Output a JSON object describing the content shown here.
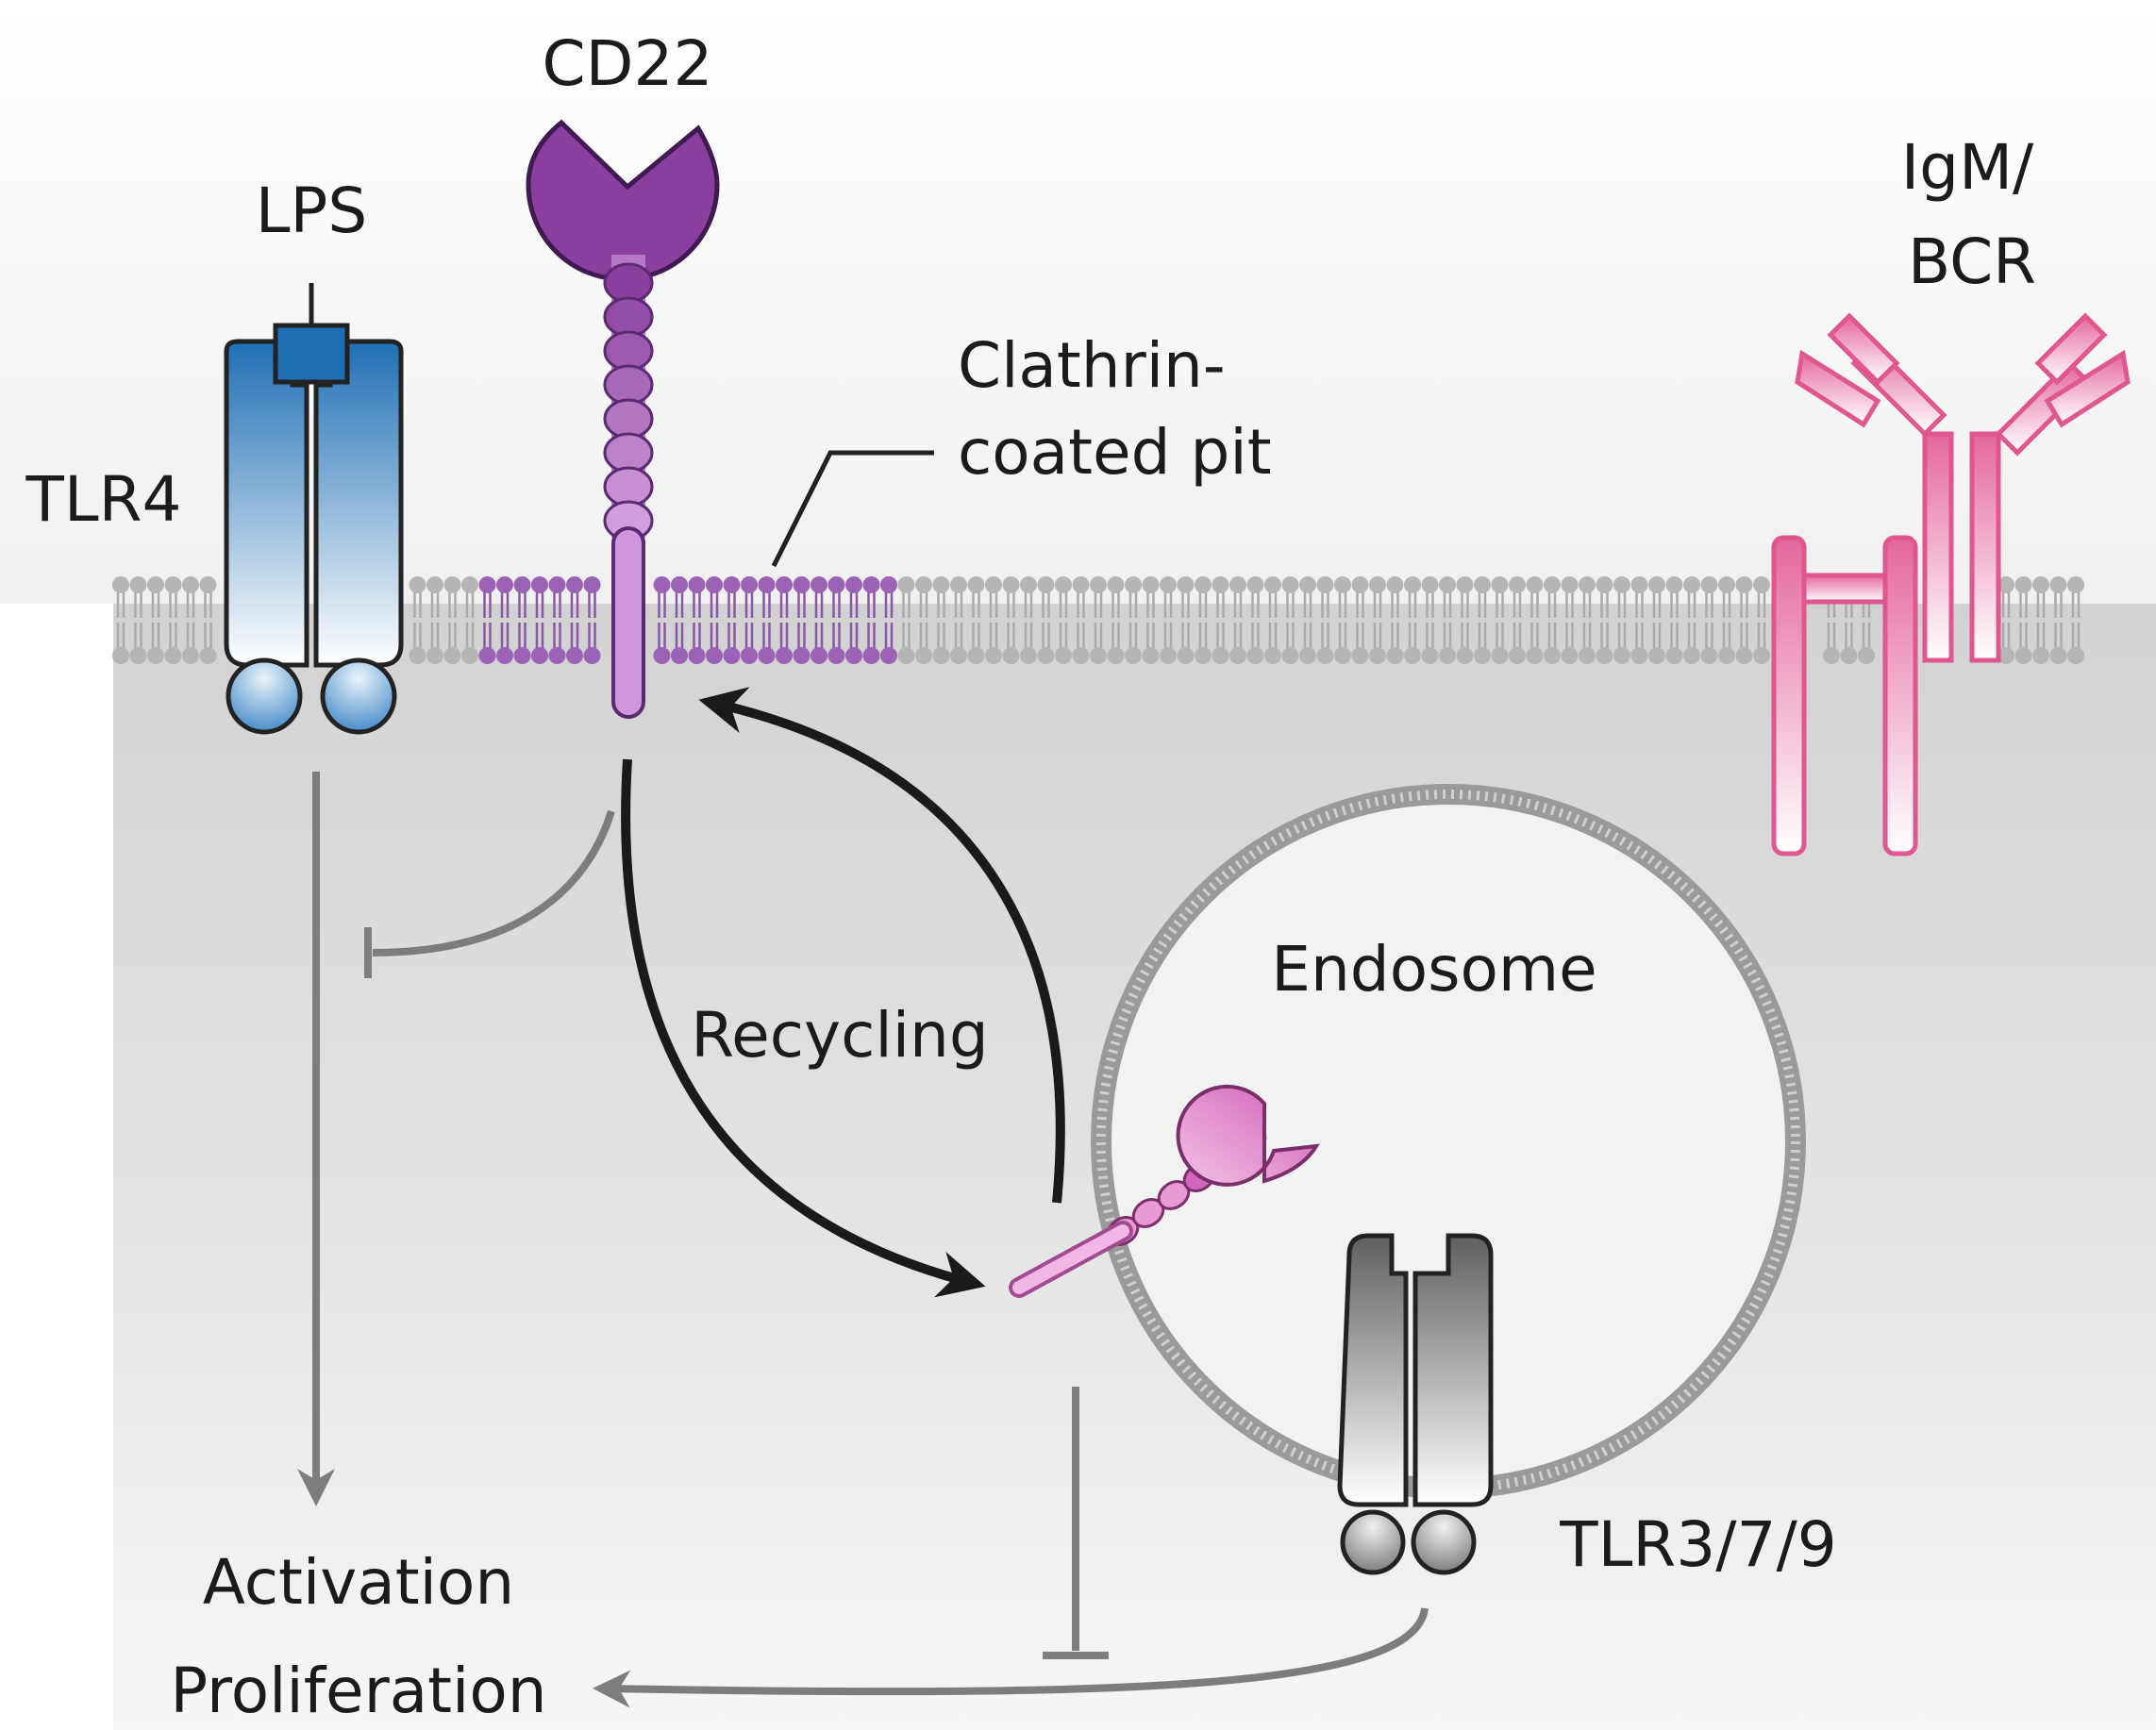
{
  "labels": {
    "cd22": "CD22",
    "lps": "LPS",
    "tlr4": "TLR4",
    "clathrin_line1": "Clathrin-",
    "clathrin_line2": "coated pit",
    "igm_line1": "IgM/",
    "igm_line2": "BCR",
    "recycling": "Recycling",
    "endosome": "Endosome",
    "tlr379": "TLR3/7/9",
    "activation": "Activation",
    "proliferation": "Proliferation"
  },
  "colors": {
    "tlr4_blue": "#1f6fb5",
    "cd22_purple": "#8c4a9e",
    "clathrin_purple": "#9b62b6",
    "endosomal_cd22_pink": "#d86cc0",
    "bcr_pink": "#e0578f",
    "tlr379_gray": "#6a6a6a",
    "membrane_gray": "#b5b5b5",
    "pathway_gray": "#7d7d7d",
    "recycling_black": "#1a1a1a"
  }
}
